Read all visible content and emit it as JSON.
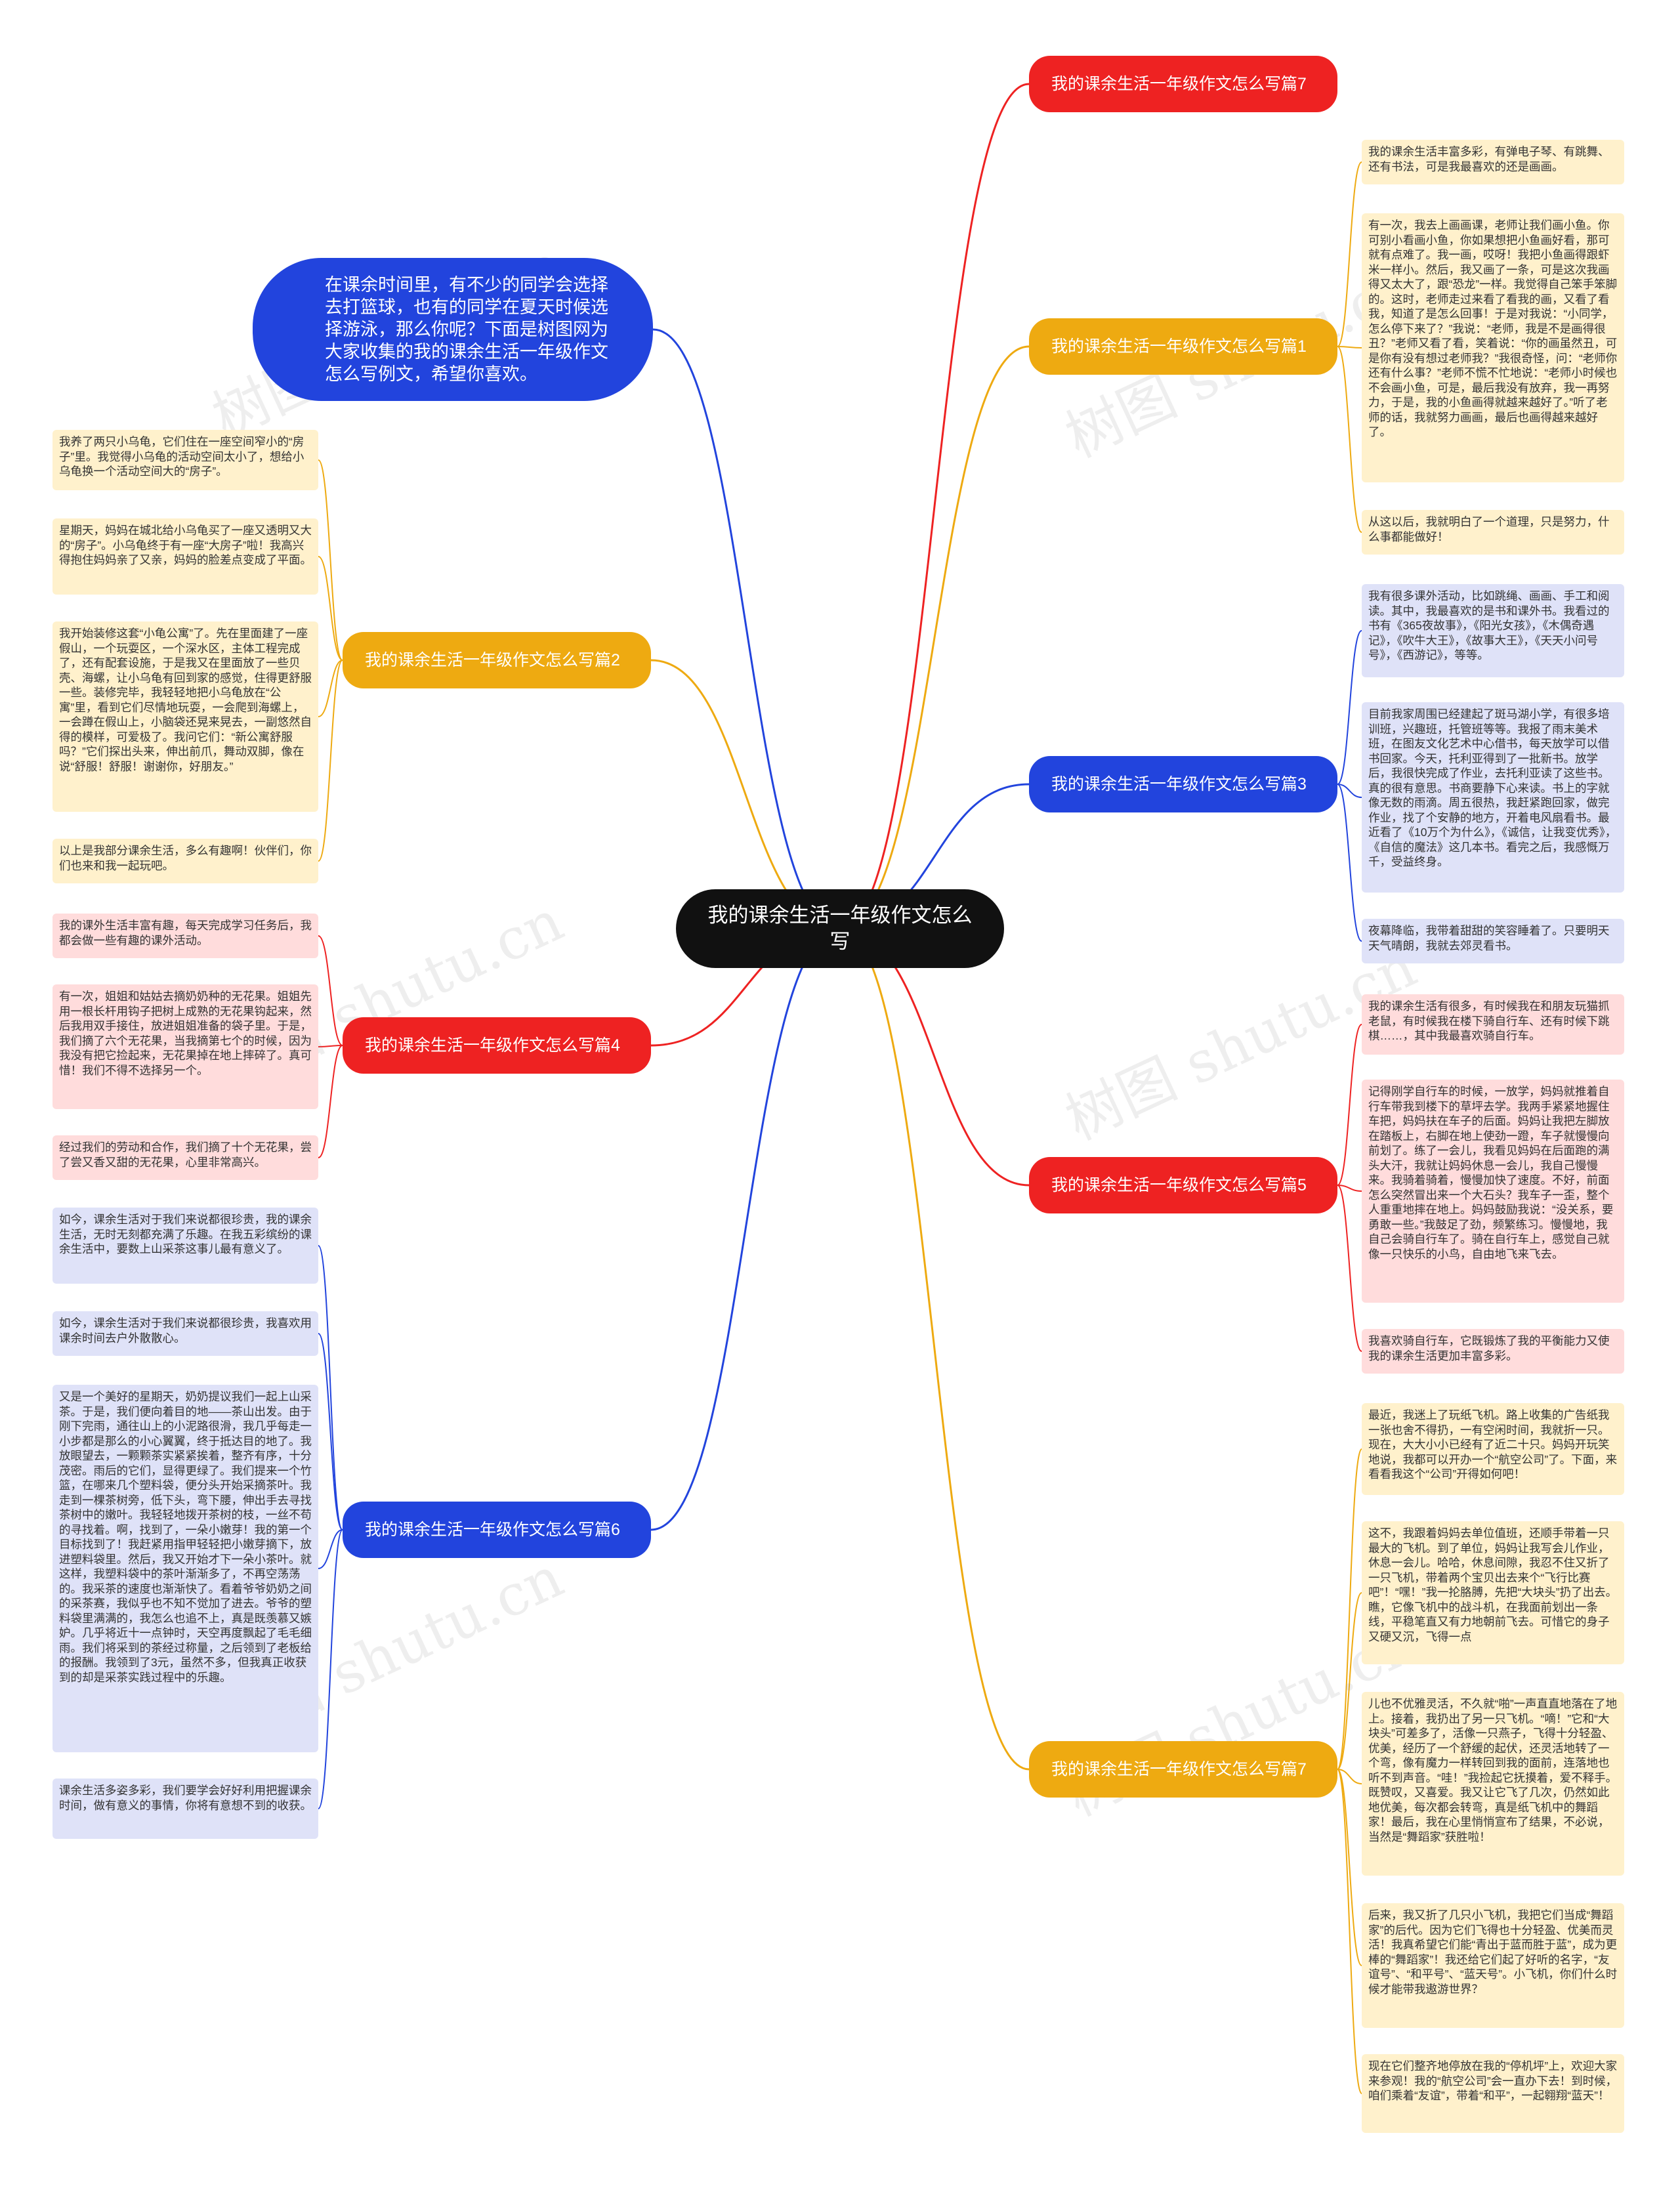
{
  "root": {
    "label": "我的课余生活一年级作文怎么写"
  },
  "intro": {
    "text": "在课余时间里，有不少的同学会选择去打篮球，也有的同学在夏天时候选择游泳，那么你呢？下面是树图网为大家收集的我的课余生活一年级作文怎么写例文，希望你喜欢。"
  },
  "colors": {
    "red": "#ee2222",
    "yellow": "#eeaa11",
    "blue": "#2244dd",
    "root": "#111111",
    "red_leaf": "#ffdcdc",
    "yellow_leaf": "#fff1cc",
    "blue_leaf": "#dfe2f8"
  },
  "branches": [
    {
      "label": "我的课余生活一年级作文怎么写篇7",
      "leaves": []
    },
    {
      "label": "我的课余生活一年级作文怎么写篇1",
      "leaves": [
        "我的课余生活丰富多彩，有弹电子琴、有跳舞、还有书法，可是我最喜欢的还是画画。",
        "有一次，我去上画画课，老师让我们画小鱼。你可别小看画小鱼，你如果想把小鱼画好看，那可就有点难了。我一画，哎呀！我把小鱼画得跟虾米一样小。然后，我又画了一条，可是这次我画得又太大了，跟“恐龙”一样。我觉得自己笨手笨脚的。这时，老师走过来看了看我的画，又看了看我，知道了是怎么回事！于是对我说：“小同学，怎么停下来了？”我说：“老师，我是不是画得很丑？”老师又看了看，笑着说：“你的画虽然丑，可是你有没有想过老师我？”我很奇怪，问：“老师你还有什么事？”老师不慌不忙地说：“老师小时候也不会画小鱼，可是，最后我没有放弃，我一再努力，于是，我的小鱼画得就越来越好了。”听了老师的话，我就努力画画，最后也画得越来越好了。",
        "从这以后，我就明白了一个道理，只是努力，什么事都能做好！"
      ]
    },
    {
      "label": "我的课余生活一年级作文怎么写篇2",
      "leaves": [
        "我养了两只小乌龟，它们住在一座空间窄小的“房子”里。我觉得小乌龟的活动空间太小了，想给小乌龟换一个活动空间大的“房子”。",
        "星期天，妈妈在城北给小乌龟买了一座又透明又大的“房子”。小乌龟终于有一座“大房子”啦！我高兴得抱住妈妈亲了又亲，妈妈的脸差点变成了平面。",
        "我开始装修这套“小龟公寓”了。先在里面建了一座假山，一个玩耍区，一个深水区，主体工程完成了，还有配套设施，于是我又在里面放了一些贝壳、海螺，让小乌龟有回到家的感觉，住得更舒服一些。装修完毕，我轻轻地把小乌龟放在“公寓”里，看到它们尽情地玩耍，一会爬到海螺上，一会蹲在假山上，小脑袋还晃来晃去，一副悠然自得的模样，可爱极了。我问它们：“新公寓舒服吗？”它们探出头来，伸出前爪，舞动双脚，像在说“舒服！舒服！谢谢你，好朋友。”",
        "以上是我部分课余生活，多么有趣啊！伙伴们，你们也来和我一起玩吧。"
      ]
    },
    {
      "label": "我的课余生活一年级作文怎么写篇3",
      "leaves": [
        "我有很多课外活动，比如跳绳、画画、手工和阅读。其中，我最喜欢的是书和课外书。我看过的书有《365夜故事》，《阳光女孩》，《木偶奇遇记》，《吹牛大王》，《故事大王》，《天天小问号号》，《西游记》，等等。",
        "目前我家周围已经建起了斑马湖小学，有很多培训班，兴趣班，托管班等等。我报了雨末美术班，在图友文化艺术中心借书，每天放学可以借书回家。今天，托利亚得到了一批新书。放学后，我很快完成了作业，去托利亚读了这些书。真的很有意思。书商要静下心来读。书上的字就像无数的雨滴。周五很热，我赶紧跑回家，做完作业，找了个安静的地方，开着电风扇看书。最近看了《10万个为什么》，《诚信，让我变优秀》，《自信的魔法》这几本书。看完之后，我感慨万千，受益终身。",
        "夜幕降临，我带着甜甜的笑容睡着了。只要明天天气晴朗，我就去郊灵看书。"
      ]
    },
    {
      "label": "我的课余生活一年级作文怎么写篇4",
      "leaves": [
        "我的课外生活丰富有趣，每天完成学习任务后，我都会做一些有趣的课外活动。",
        "有一次，姐姐和姑姑去摘奶奶种的无花果。姐姐先用一根长杆用钩子把树上成熟的无花果钩起来，然后我用双手接住，放进姐姐准备的袋子里。于是，我们摘了六个无花果，当我摘第七个的时候，因为我没有把它捡起来，无花果掉在地上摔碎了。真可惜！我们不得不选择另一个。",
        "经过我们的劳动和合作，我们摘了十个无花果，尝了尝又香又甜的无花果，心里非常高兴。"
      ]
    },
    {
      "label": "我的课余生活一年级作文怎么写篇5",
      "leaves": [
        "我的课余生活有很多，有时候我在和朋友玩猫抓老鼠，有时候我在楼下骑自行车、还有时候下跳棋……，其中我最喜欢骑自行车。",
        "记得刚学自行车的时候，一放学，妈妈就推着自行车带我到楼下的草坪去学。我两手紧紧地握住车把，妈妈扶在车子的后面。妈妈让我把左脚放在踏板上，右脚在地上使劲一蹬，车子就慢慢向前划了。练了一会儿，我看见妈妈在后面跑的满头大汗，我就让妈妈休息一会儿，我自己慢慢来。我骑着骑着，慢慢加快了速度。不好，前面怎么突然冒出来一个大石头？我车子一歪，整个人重重地摔在地上。妈妈鼓励我说：“没关系，要勇敢一些。”我鼓足了劲，频繁练习。慢慢地，我自己会骑自行车了。骑在自行车上，感觉自己就像一只快乐的小鸟，自由地飞来飞去。",
        "我喜欢骑自行车，它既锻炼了我的平衡能力又使我的课余生活更加丰富多彩。"
      ]
    },
    {
      "label": "我的课余生活一年级作文怎么写篇6",
      "leaves": [
        "如今，课余生活对于我们来说都很珍贵，我的课余生活，无时无刻都充满了乐趣。在我五彩缤纷的课余生活中，要数上山采茶这事儿最有意义了。",
        "如今，课余生活对于我们来说都很珍贵，我喜欢用课余时间去户外散散心。",
        "又是一个美好的星期天，奶奶提议我们一起上山采茶。于是，我们便向着目的地——茶山出发。由于刚下完雨，通往山上的小泥路很滑，我几乎每走一小步都是那么的小心翼翼，终于抵达目的地了。我放眼望去，一颗颗茶实紧紧挨着，整齐有序，十分茂密。雨后的它们，显得更绿了。我们提来一个竹篮，在哪来几个塑料袋，便分头开始采摘茶叶。我走到一棵茶树旁，低下头，弯下腰，伸出手去寻找茶树中的嫩叶。我轻轻地拨开茶树的枝，一丝不苟的寻找着。啊，找到了，一朵小嫩芽！我的第一个目标找到了！我赶紧用指甲轻轻把小嫩芽摘下，放进塑料袋里。然后，我又开始才下一朵小茶叶。就这样，我塑料袋中的茶叶渐渐多了，不再空荡荡的。我采茶的速度也渐渐快了。看着爷爷奶奶之间的采茶赛，我似乎也不知不觉加了进去。爷爷的塑料袋里满满的，我怎么也追不上，真是既羡慕又嫉妒。几乎将近十一点钟时，天空再度飘起了毛毛细雨。我们将采到的茶经过称量，之后领到了老板给的报酬。我领到了3元，虽然不多，但我真正收获到的却是采茶实践过程中的乐趣。",
        "课余生活多姿多彩，我们要学会好好利用把握课余时间，做有意义的事情，你将有意想不到的收获。"
      ]
    },
    {
      "label": "我的课余生活一年级作文怎么写篇7",
      "leaves": [
        "最近，我迷上了玩纸飞机。路上收集的广告纸我一张也舍不得扔，一有空闲时间，我就折一只。现在，大大小小已经有了近二十只。妈妈开玩笑地说，我都可以开办一个“航空公司”了。下面，来看看我这个“公司”开得如何吧！",
        "这不，我跟着妈妈去单位值班，还顺手带着一只最大的飞机。到了单位，妈妈让我写会儿作业，休息一会儿。哈哈，休息间隙，我忍不住又折了一只飞机，带着两个宝贝出去来个“飞行比赛吧”！“嘿！”我一抡胳膊，先把“大块头”扔了出去。瞧，它像飞机中的战斗机，在我面前划出一条线，平稳笔直又有力地朝前飞去。可惜它的身子又硬又沉，飞得一点",
        "儿也不优雅灵活，不久就“啪”一声直直地落在了地上。接着，我扔出了另一只飞机。“嘀！”它和“大块头”可差多了，活像一只燕子，飞得十分轻盈、优美，经历了一个舒缓的起伏，还灵活地转了一个弯，像有魔力一样转回到我的面前，连落地也听不到声音。“哇！”我捡起它抚摸着，爱不释手。既赞叹，又喜爱。我又让它飞了几次，仍然如此地优美，每次都会转弯，真是纸飞机中的舞蹈家！最后，我在心里悄悄宣布了结果，不必说，当然是“舞蹈家”获胜啦！",
        "后来，我又折了几只小飞机，我把它们当成“舞蹈家”的后代。因为它们飞得也十分轻盈、优美而灵活！我真希望它们能“青出于蓝而胜于蓝”，成为更棒的“舞蹈家”！我还给它们起了好听的名字，“友谊号”、“和平号”、“蓝天号”。小飞机，你们什么时候才能带我遨游世界？",
        "现在它们整齐地停放在我的“停机坪”上，欢迎大家来参观！我的“航空公司”会一直办下去！到时候，咱们乘着“友谊”，带着“和平”，一起翱翔“蓝天”！"
      ]
    }
  ],
  "watermark": [
    "树图 shutu.cn",
    "树图 shutu.cn",
    "树图 shutu.cn",
    "树图 shutu.cn",
    "树图 shutu.cn",
    "树图 shutu.cn"
  ]
}
